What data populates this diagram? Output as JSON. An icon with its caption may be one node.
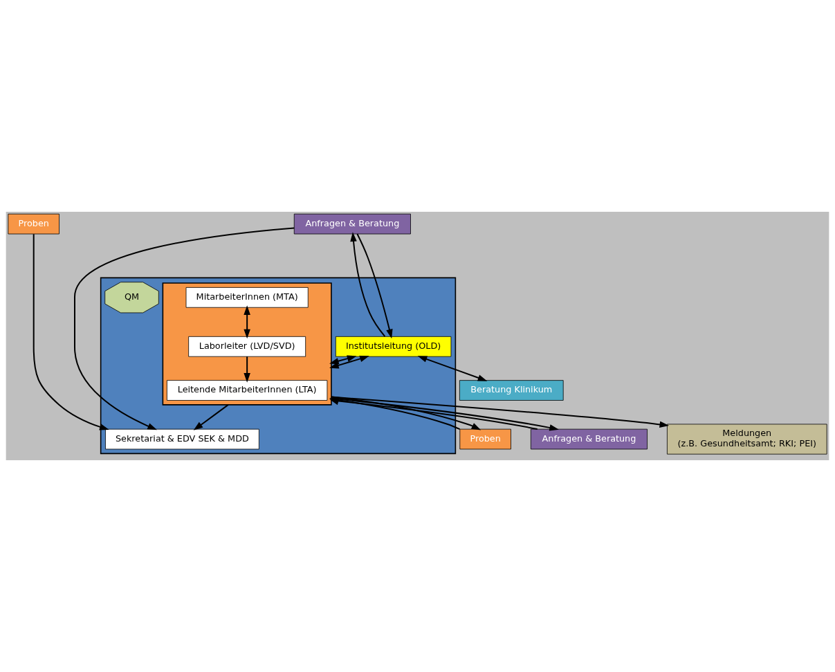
{
  "diagram": {
    "nodes": [
      {
        "text": [
          "Proben"
        ]
      },
      {
        "text": [
          "Anfragen & Beratung"
        ]
      },
      {
        "text": [],
        "shape": "box"
      },
      {
        "text": [
          "Institutsleitung (OLD)"
        ],
        "in": 2
      },
      {
        "text": [
          "Beratung Klinikum"
        ]
      },
      {
        "text": [
          "Sekretariat & EDV SEK & MDD"
        ],
        "in": 2
      },
      {
        "text": [
          "QM"
        ],
        "in": 2
      },
      {
        "text": [],
        "shape": "box",
        "in": 2
      },
      {
        "text": [
          "MitarbeiterInnen (MTA)"
        ],
        "in": 7
      },
      {
        "text": [
          "Laborleiter (LVD/SVD)"
        ],
        "in": 7
      },
      {
        "text": [
          "Leitende MitarbeiterInnen (LTA)"
        ],
        "in": 7
      },
      {
        "text": [
          "Meldungen",
          "(z.B. Gesundheitsamt; RKI; PEI)"
        ]
      },
      {
        "text": [
          "Proben"
        ]
      },
      {
        "text": [
          "Anfragen & Beratung"
        ]
      }
    ],
    "edges": [
      {
        "from": 0,
        "to": 5,
        "arrow": "to"
      },
      {
        "from": 1,
        "to": 5,
        "arrow": "to"
      },
      {
        "from": 1,
        "to": 3,
        "arrow": "to"
      },
      {
        "from": 3,
        "to": 1,
        "arrow": "to"
      },
      {
        "from": 3,
        "to": 4,
        "arrow": "both"
      },
      {
        "from": 3,
        "to": 7,
        "arrow": "both"
      },
      {
        "from": 7,
        "to": 5,
        "arrow": "to"
      },
      {
        "from": 3,
        "to": 7,
        "arrow": "both"
      },
      {
        "from": 7,
        "to": 11,
        "arrow": "to"
      },
      {
        "from": 8,
        "to": 9,
        "arrow": "both"
      },
      {
        "from": 9,
        "to": 10,
        "arrow": "to"
      },
      {
        "from": 12,
        "to": 7,
        "arrow": "to"
      },
      {
        "from": 7,
        "to": 12,
        "arrow": "to"
      },
      {
        "from": 13,
        "to": 7,
        "arrow": "to"
      },
      {
        "from": 7,
        "to": 13,
        "arrow": "to"
      }
    ]
  }
}
